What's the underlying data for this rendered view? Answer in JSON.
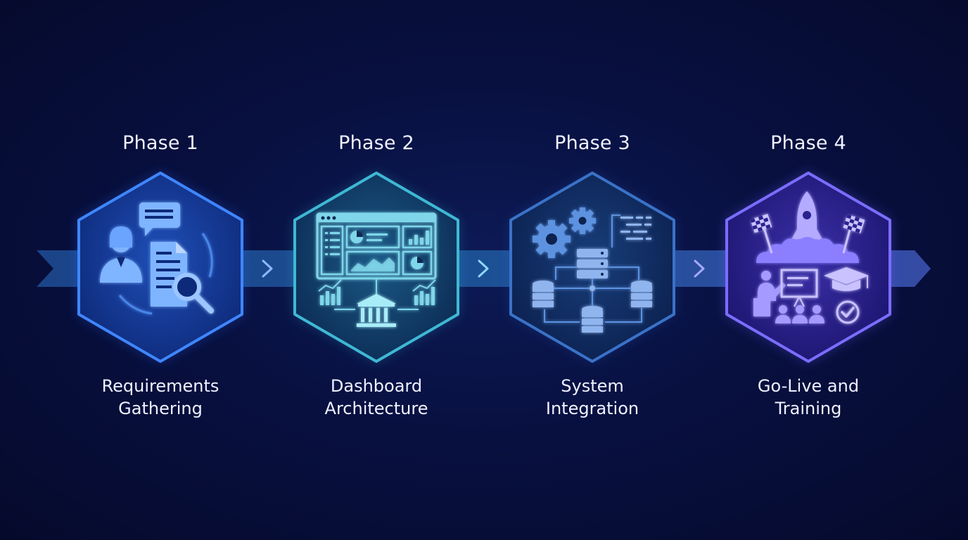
{
  "phases": [
    {
      "title": "Phase 1",
      "label_line1": "Requirements",
      "label_line2": "Gathering",
      "icon": "requirements-icon",
      "accent": "#3f7cf0"
    },
    {
      "title": "Phase 2",
      "label_line1": "Dashboard",
      "label_line2": "Architecture",
      "icon": "dashboard-architecture-icon",
      "accent": "#3fb6c9"
    },
    {
      "title": "Phase 3",
      "label_line1": "System",
      "label_line2": "Integration",
      "icon": "system-integration-icon",
      "accent": "#3f73c9"
    },
    {
      "title": "Phase 4",
      "label_line1": "Go-Live and",
      "label_line2": "Training",
      "icon": "go-live-training-icon",
      "accent": "#6d5ff0"
    }
  ],
  "colors": {
    "background": "#081040",
    "ribbon": "#1e4f9a",
    "text": "#eef1ff"
  }
}
